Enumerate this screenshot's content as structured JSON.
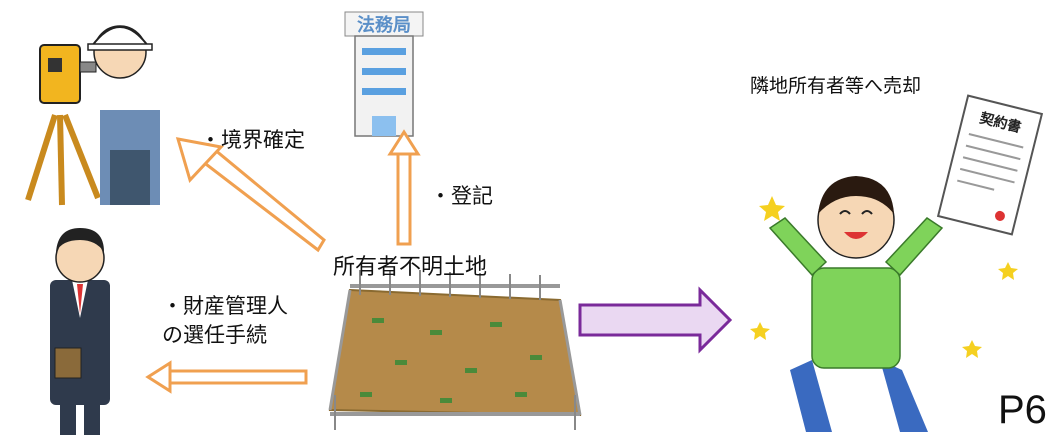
{
  "labels": {
    "sale_to_neighbor": "隣地所有者等へ売却",
    "owner_unknown_land": "所有者不明土地",
    "boundary": "・境界確定",
    "registration": "・登記",
    "admin_line1": "・財産管理人",
    "admin_line2": "の選任手続",
    "page_ref": "P6"
  },
  "illustration_text": {
    "registry_sign": "法務局",
    "contract_title": "契約書"
  },
  "colors": {
    "orange_arrow": "#f0a050",
    "purple_arrow": "#7a2a9a",
    "purple_fill": "#ead8f2",
    "grass_green": "#7fd35a",
    "soil": "#b58a4a",
    "building_blue": "#5aa0e0"
  },
  "icons": [
    "surveyor-icon",
    "legal-affairs-bureau-icon",
    "administrator-man-icon",
    "vacant-land-icon",
    "happy-person-icon",
    "contract-document-icon"
  ]
}
